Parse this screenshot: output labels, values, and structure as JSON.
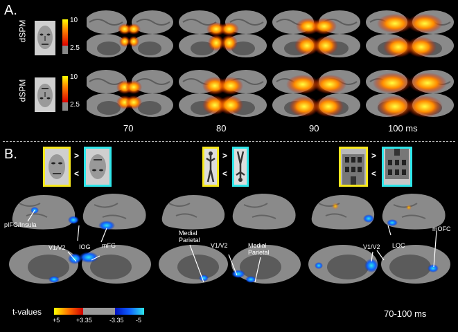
{
  "panel_a": {
    "letter": "A.",
    "rows": [
      {
        "measure": "dSPM",
        "cbar_max": "10",
        "cbar_min": "2.5",
        "stimulus": "upright face"
      },
      {
        "measure": "dSPM",
        "cbar_max": "10",
        "cbar_min": "2.5",
        "stimulus": "inverted face"
      }
    ],
    "times": [
      "70",
      "80",
      "90",
      "100 ms"
    ]
  },
  "panel_b": {
    "letter": "B.",
    "comparisons": [
      {
        "gt": ">",
        "lt": "<",
        "stimuli": "faces upright vs inverted"
      },
      {
        "gt": ">",
        "lt": "<",
        "stimuli": "bodies upright vs inverted"
      },
      {
        "gt": ">",
        "lt": "<",
        "stimuli": "houses upright vs inverted"
      }
    ],
    "labels": {
      "pifg": "pIFG/Insula",
      "iog": "IOG",
      "mfg": "mFG",
      "v1v2_a": "V1/V2",
      "medial_parietal_a": "Medial\nParietal",
      "v1v2_b": "V1/V2",
      "medial_parietal_b": "Medial\nParietal",
      "v1v2_c": "V1/V2",
      "loc": "LOC",
      "mofc": "mOFC"
    },
    "tvalue_title": "t-values",
    "tvalue_ticks": [
      "+5",
      "+3.35",
      "-3.35",
      "-5"
    ],
    "time_window": "70-100 ms"
  },
  "colors": {
    "highlight_yellow": "#f7e81d",
    "highlight_cyan": "#2ee6ea",
    "cortex": "#8a8a8a",
    "medial_wall": "#5b5b5b"
  }
}
